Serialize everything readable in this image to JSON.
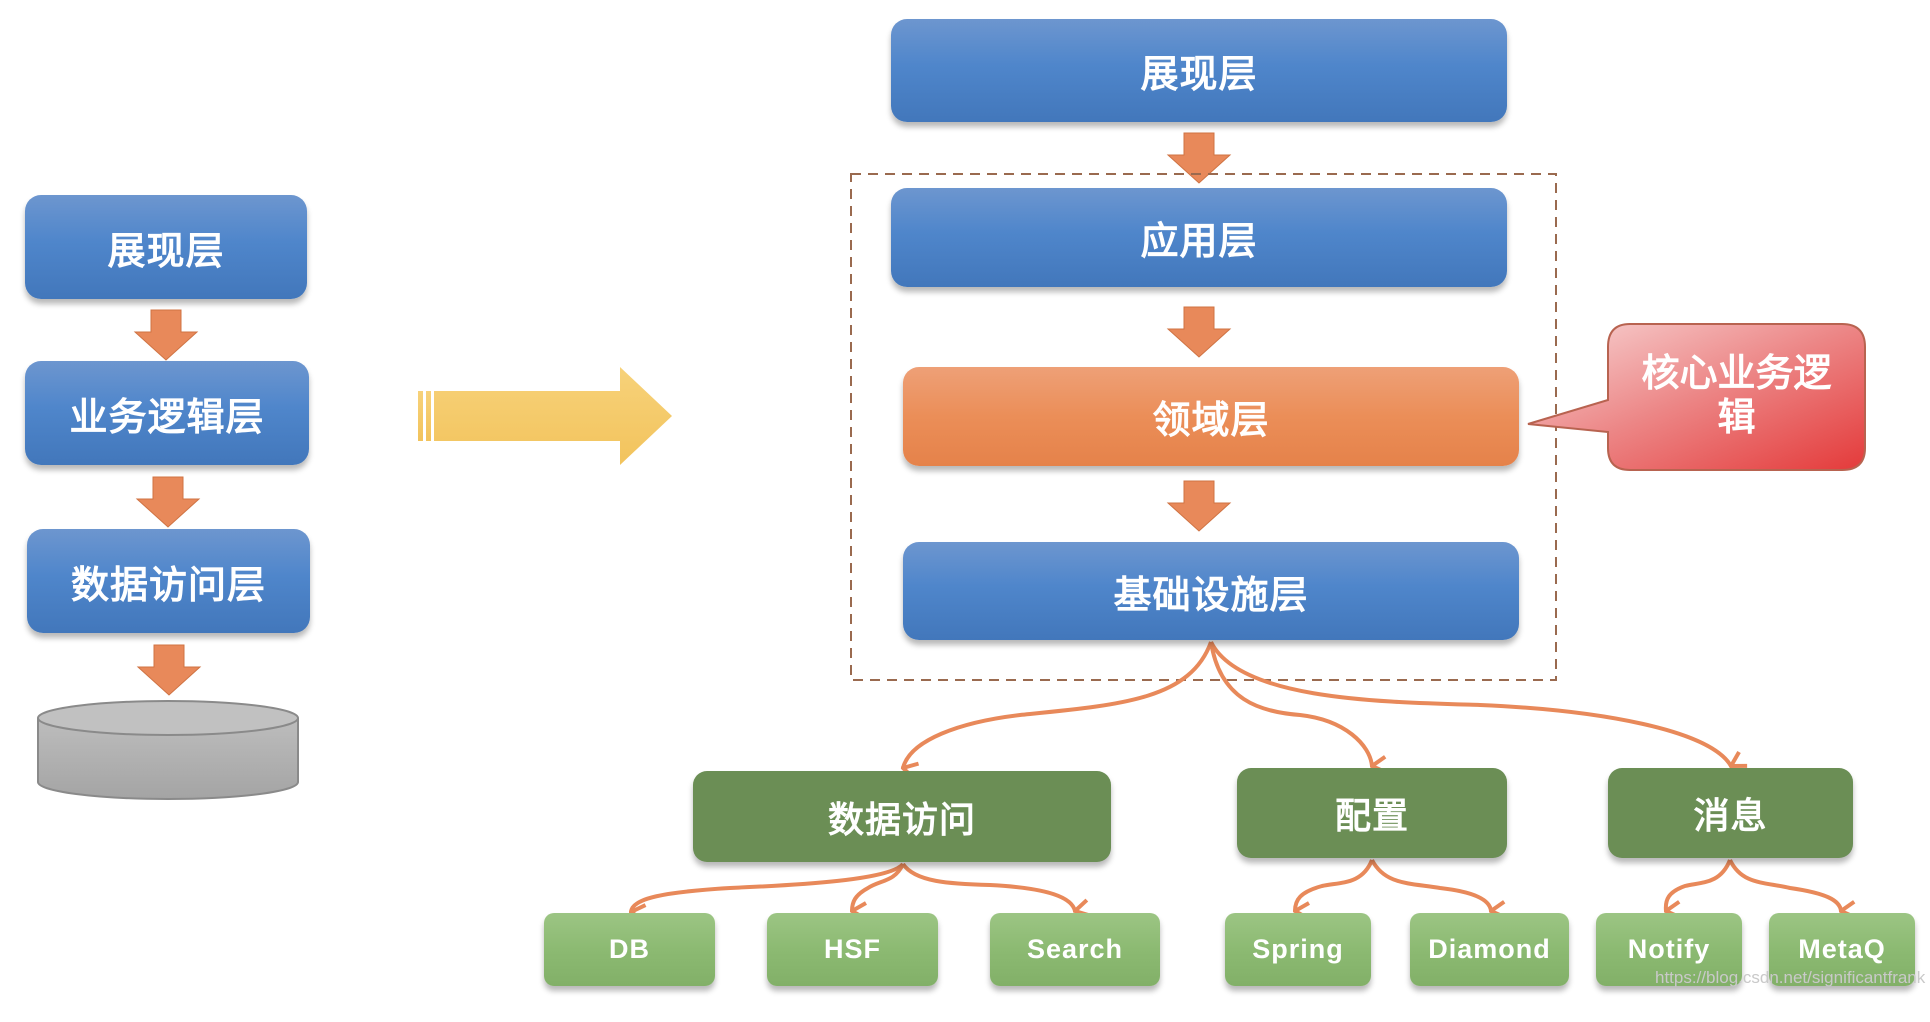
{
  "left_stack": {
    "layers": [
      "展现层",
      "业务逻辑层",
      "数据访问层"
    ],
    "storage_icon": "database-cylinder-icon"
  },
  "transition_arrow": "right-arrow-icon",
  "right_stack": {
    "top_layer": "展现层",
    "domain_group": {
      "application_layer": "应用层",
      "domain_layer": "领域层",
      "infrastructure_layer": "基础设施层"
    },
    "callout": {
      "line1": "核心业务逻",
      "line2": "辑"
    }
  },
  "infrastructure_children": [
    {
      "label": "数据访问",
      "children": [
        "DB",
        "HSF",
        "Search"
      ]
    },
    {
      "label": "配置",
      "children": [
        "Spring",
        "Diamond"
      ]
    },
    {
      "label": "消息",
      "children": [
        "Notify",
        "MetaQ"
      ]
    }
  ],
  "watermark": "https://blog.csdn.net/significantfrank",
  "colors": {
    "layer_blue": "#4f86cb",
    "domain_orange": "#eb8e58",
    "arrow_orange": "#e8895a",
    "group_green": "#6b8e55",
    "leaf_green": "#8cba72",
    "callout_red": "#e63c3c",
    "transition_yellow": "#f5cb6a",
    "dashed_border": "#9a6a4f"
  }
}
